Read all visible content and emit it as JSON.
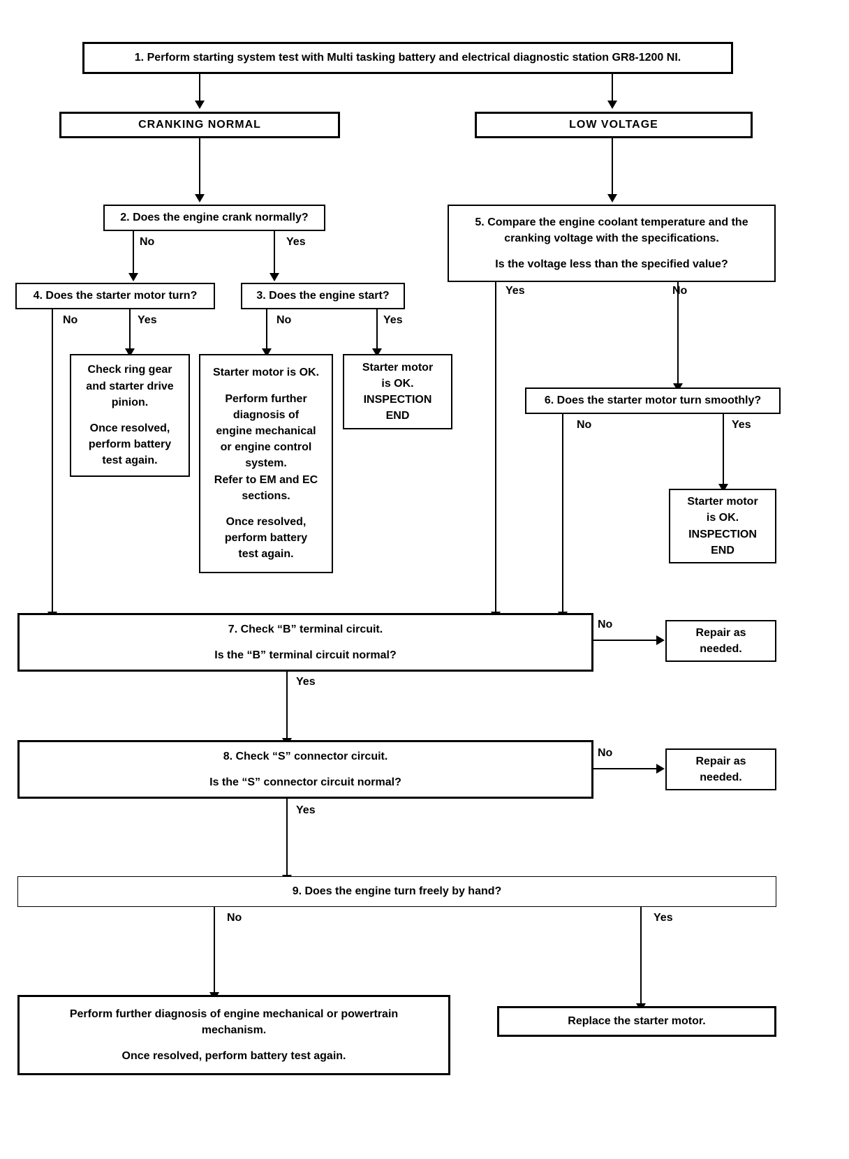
{
  "diagram": {
    "title": "Starting System Diagnostic Flowchart",
    "type": "flowchart",
    "line_color": "#000000",
    "background": "#ffffff"
  },
  "nodes": {
    "step1": {
      "id": "1",
      "text": "1. Perform starting system test with Multi tasking battery and electrical diagnostic station GR8-1200 NI."
    },
    "cranking_normal": {
      "text": "CRANKING NORMAL"
    },
    "low_voltage": {
      "text": "LOW VOLTAGE"
    },
    "step2": {
      "text": "2. Does the engine crank normally?"
    },
    "step5": {
      "line1": "5. Compare the engine coolant temperature and the",
      "line2": "cranking voltage with the specifications.",
      "line3": "Is the voltage less than the specified value?"
    },
    "step4": {
      "text": "4. Does the starter motor turn?"
    },
    "step3": {
      "text": "3. Does the engine start?"
    },
    "check_ring_gear": {
      "line1": "Check ring gear",
      "line2": "and starter drive",
      "line3": "pinion.",
      "line4": "Once resolved,",
      "line5": "perform battery",
      "line6": "test again."
    },
    "starter_ok_diag": {
      "line1": "Starter motor is OK.",
      "line2": "Perform further",
      "line3": "diagnosis of",
      "line4": "engine mechanical",
      "line5": "or engine control",
      "line6": "system.",
      "line7": "Refer to EM and EC",
      "line8": "sections.",
      "line9": "Once resolved,",
      "line10": "perform battery",
      "line11": "test again."
    },
    "starter_ok_end_left": {
      "line1": "Starter motor",
      "line2": "is OK.",
      "line3": "INSPECTION",
      "line4": "END"
    },
    "step6": {
      "text": "6. Does the starter motor turn smoothly?"
    },
    "starter_ok_end_right": {
      "line1": "Starter motor",
      "line2": "is OK.",
      "line3": "INSPECTION",
      "line4": "END"
    },
    "step7": {
      "line1": "7. Check “B” terminal circuit.",
      "line2": "Is the “B” terminal circuit normal?"
    },
    "repair7": {
      "line1": "Repair as",
      "line2": "needed."
    },
    "step8": {
      "line1": "8. Check “S” connector circuit.",
      "line2": "Is the “S” connector circuit normal?"
    },
    "repair8": {
      "line1": "Repair as",
      "line2": "needed."
    },
    "step9": {
      "text": "9. Does the engine turn freely by hand?"
    },
    "further_diag": {
      "line1": "Perform further diagnosis of engine mechanical or powertrain",
      "line2": "mechanism.",
      "line3": "Once resolved, perform battery test again."
    },
    "replace_starter": {
      "text": "Replace the starter motor."
    }
  },
  "edge_labels": {
    "step2_no": "No",
    "step2_yes": "Yes",
    "step5_yes": "Yes",
    "step5_no": "No",
    "step4_no": "No",
    "step4_yes": "Yes",
    "step3_no": "No",
    "step3_yes": "Yes",
    "step6_no": "No",
    "step6_yes": "Yes",
    "step7_no": "No",
    "step7_yes": "Yes",
    "step8_no": "No",
    "step8_yes": "Yes",
    "step9_no": "No",
    "step9_yes": "Yes"
  }
}
